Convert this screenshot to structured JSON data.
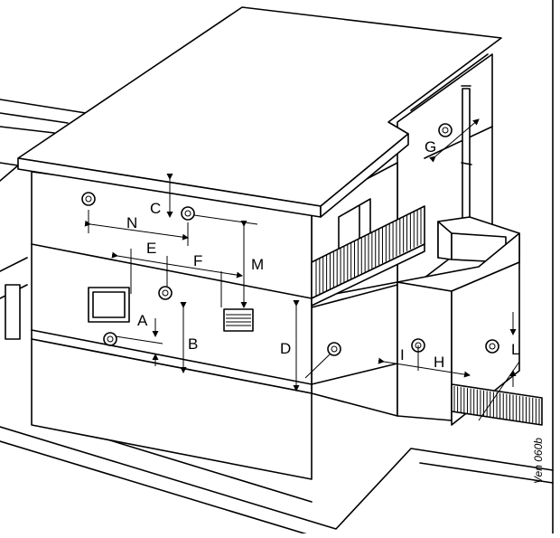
{
  "figure_code": "Ven 060b",
  "labels": {
    "A": "A",
    "B": "B",
    "C": "C",
    "D": "D",
    "E": "E",
    "F": "F",
    "G": "G",
    "H": "H",
    "I": "I",
    "L": "L",
    "M": "M",
    "N": "N"
  },
  "icons": {
    "terminal": "flue-terminal-icon",
    "grille": "vent-grille-icon",
    "arrow": "dimension-arrow-icon"
  },
  "colors": {
    "line": "#000000",
    "background": "#ffffff"
  }
}
